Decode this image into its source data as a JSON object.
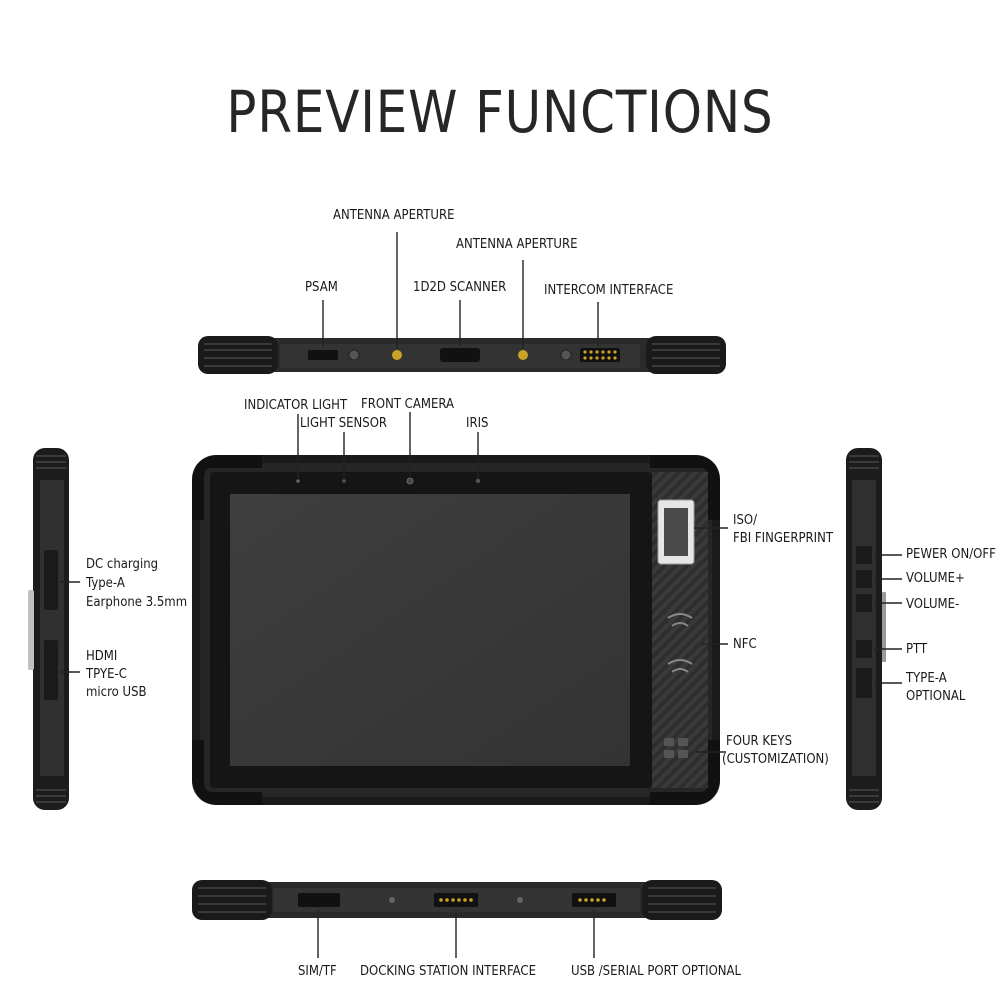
{
  "title": "PREVIEW FUNCTIONS",
  "labels": {
    "top": {
      "antenna_aperture_1": "ANTENNA APERTURE",
      "antenna_aperture_2": "ANTENNA APERTURE",
      "psam": "PSAM",
      "scanner": "1D2D SCANNER",
      "intercom": "INTERCOM INTERFACE"
    },
    "front": {
      "indicator_light": "INDICATOR LIGHT",
      "front_camera": "FRONT CAMERA",
      "light_sensor": "LIGHT SENSOR",
      "iris": "IRIS",
      "fingerprint_line1": "ISO/",
      "fingerprint_line2": "FBI FINGERPRINT",
      "nfc": "NFC",
      "four_keys_line1": "FOUR KEYS",
      "four_keys_line2": "(CUSTOMIZATION)"
    },
    "left": {
      "dc_charging": "DC charging",
      "type_a": "Type-A",
      "earphone": "Earphone 3.5mm",
      "hdmi": "HDMI",
      "type_c": "TPYE-C",
      "micro_usb": "micro USB"
    },
    "right": {
      "power": "PEWER ON/OFF",
      "volume_up": "VOLUME+",
      "volume_down": "VOLUME-",
      "ptt": "PTT",
      "type_a_line1": "TYPE-A",
      "type_a_line2": "OPTIONAL"
    },
    "bottom": {
      "sim_tf": "SIM/TF",
      "docking": "DOCKING STATION INTERFACE",
      "usb_serial": "USB /SERIAL PORT OPTIONAL"
    }
  },
  "colors": {
    "body": "#2b2b2b",
    "bumper": "#1a1a1a",
    "screen": "#3a3a3a",
    "bezel": "#151515",
    "gold": "#c9a227"
  }
}
